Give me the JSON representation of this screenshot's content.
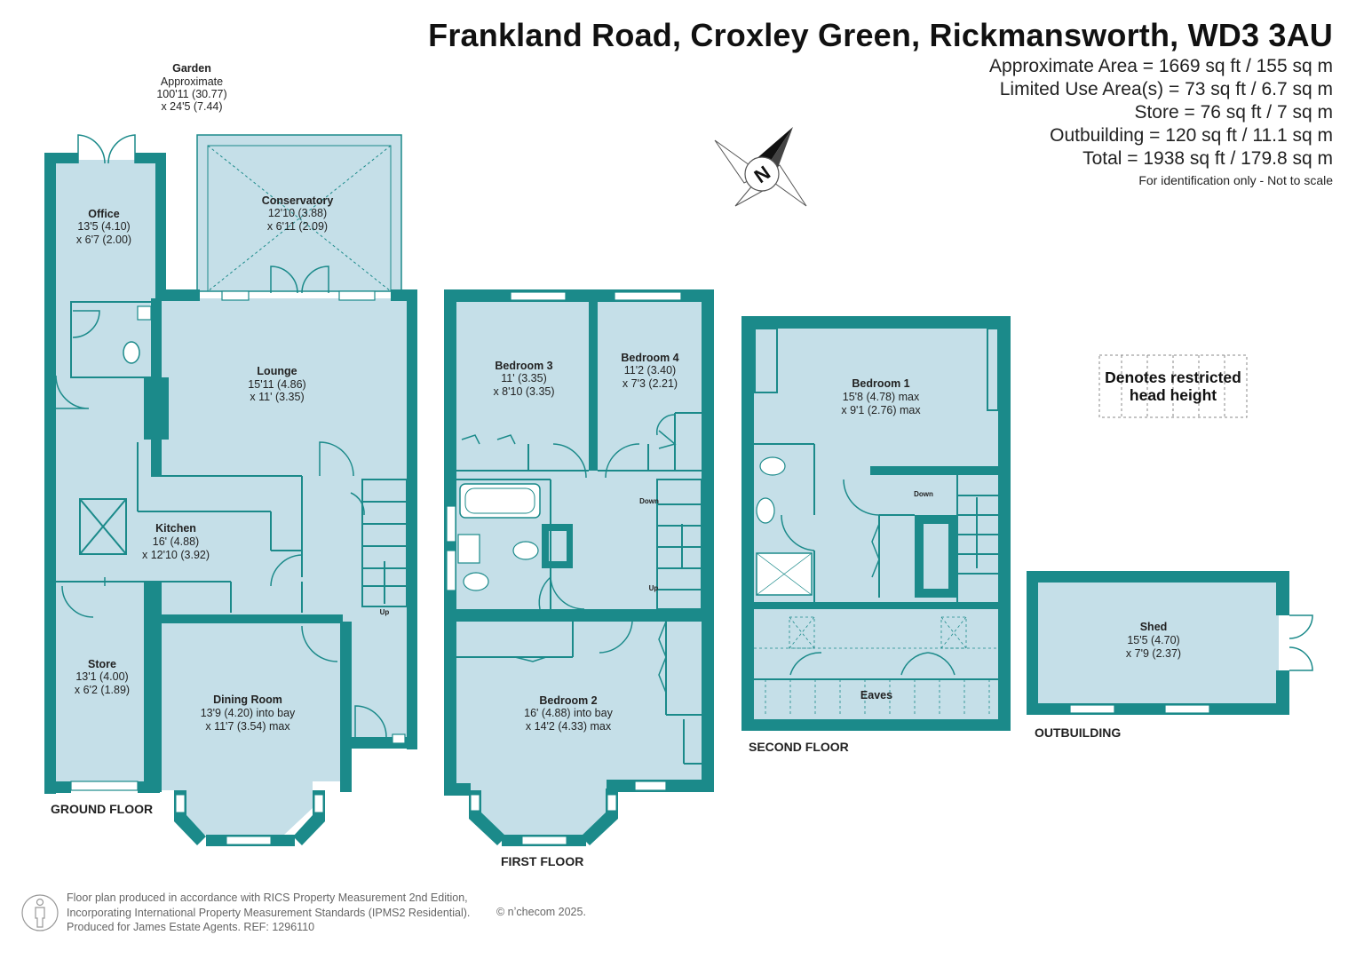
{
  "header": {
    "title": "Frankland Road, Croxley Green, Rickmansworth, WD3 3AU",
    "stats": [
      "Approximate Area = 1669 sq ft / 155 sq m",
      "Limited Use Area(s) = 73 sq ft / 6.7 sq m",
      "Store = 76 sq ft / 7 sq m",
      "Outbuilding = 120 sq ft / 11.1 sq m",
      "Total = 1938 sq ft / 179.8 sq m"
    ],
    "note": "For identification only - Not to scale"
  },
  "compass": {
    "label": "N"
  },
  "legend": {
    "line1": "Denotes restricted",
    "line2": "head height"
  },
  "garden": {
    "name": "Garden",
    "l1": "Approximate",
    "l2": "100'11 (30.77)",
    "l3": "x 24'5 (7.44)"
  },
  "rooms": {
    "office": {
      "name": "Office",
      "l1": "13'5 (4.10)",
      "l2": "x 6'7 (2.00)"
    },
    "conservatory": {
      "name": "Conservatory",
      "l1": "12'10 (3.88)",
      "l2": "x 6'11 (2.09)"
    },
    "lounge": {
      "name": "Lounge",
      "l1": "15'11 (4.86)",
      "l2": "x 11' (3.35)"
    },
    "kitchen": {
      "name": "Kitchen",
      "l1": "16' (4.88)",
      "l2": "x 12'10 (3.92)"
    },
    "store": {
      "name": "Store",
      "l1": "13'1 (4.00)",
      "l2": "x 6'2 (1.89)"
    },
    "dining": {
      "name": "Dining Room",
      "l1": "13'9 (4.20) into bay",
      "l2": "x 11'7 (3.54) max"
    },
    "bed3": {
      "name": "Bedroom 3",
      "l1": "11' (3.35)",
      "l2": "x 8'10 (3.35)"
    },
    "bed4": {
      "name": "Bedroom 4",
      "l1": "11'2 (3.40)",
      "l2": "x 7'3 (2.21)"
    },
    "bed2": {
      "name": "Bedroom 2",
      "l1": "16' (4.88) into bay",
      "l2": "x 14'2 (4.33) max"
    },
    "bed1": {
      "name": "Bedroom 1",
      "l1": "15'8 (4.78) max",
      "l2": "x 9'1 (2.76) max"
    },
    "eaves": {
      "name": "Eaves"
    },
    "shed": {
      "name": "Shed",
      "l1": "15'5 (4.70)",
      "l2": "x 7'9 (2.37)"
    }
  },
  "stairs": {
    "up": "Up",
    "down": "Down"
  },
  "floors": {
    "ground": "GROUND FLOOR",
    "first": "FIRST FLOOR",
    "second": "SECOND FLOOR",
    "outbuilding": "OUTBUILDING"
  },
  "footer": {
    "line1": "Floor plan produced in accordance with RICS Property Measurement 2nd Edition,",
    "line2": "Incorporating International Property Measurement Standards (IPMS2 Residential).",
    "line3": "Produced for James Estate Agents.   REF: 1296110",
    "copyright": "© nʼchecom 2025."
  },
  "colors": {
    "wall": "#1b8a8a",
    "floor": "#c5dfe8",
    "text": "#222222"
  }
}
